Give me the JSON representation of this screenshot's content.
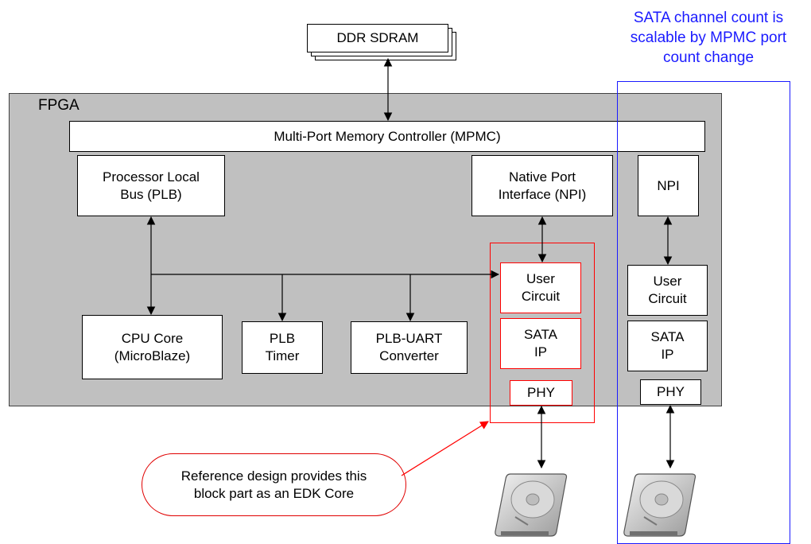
{
  "ddr": {
    "label": "DDR SDRAM"
  },
  "fpga": {
    "label": "FPGA"
  },
  "mpmc": {
    "label": "Multi-Port Memory Controller (MPMC)"
  },
  "plb": {
    "label": "Processor Local\nBus (PLB)"
  },
  "npi_main": {
    "label": "Native Port\nInterface (NPI)"
  },
  "npi_right": {
    "label": "NPI"
  },
  "cpu": {
    "label": "CPU Core\n(MicroBlaze)"
  },
  "timer": {
    "label": "PLB\nTimer"
  },
  "uart": {
    "label": "PLB-UART\nConverter"
  },
  "channel_main": {
    "user_circuit": "User\nCircuit",
    "sata_ip": "SATA\nIP",
    "phy": "PHY"
  },
  "channel_right": {
    "user_circuit": "User\nCircuit",
    "sata_ip": "SATA\nIP",
    "phy": "PHY"
  },
  "note_scalable": "SATA channel count is\nscalable by MPMC port\ncount change",
  "callout": "Reference design provides this\nblock part as an EDK Core",
  "icons": [
    "hard-disk-icon",
    "hard-disk-icon"
  ],
  "colors": {
    "fpga_bg": "#c0c0c0",
    "edk_core_red": "#ff0000",
    "scalable_blue": "#1a1aff"
  }
}
